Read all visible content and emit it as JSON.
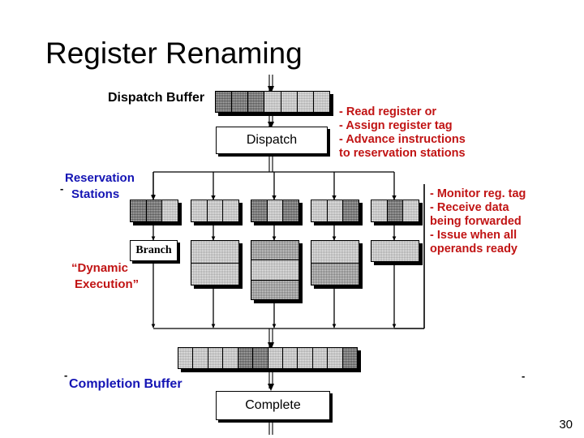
{
  "slide": {
    "title": "Register Renaming",
    "page_number": "30",
    "colors": {
      "title_text": "#000000",
      "annotation_red": "#c11414",
      "label_blue": "#1414b4",
      "box_outline": "#000000",
      "cell_fill": "#d9d9d9",
      "background": "#ffffff"
    }
  },
  "diagram": {
    "dispatch_buffer": {
      "label": "Dispatch Buffer",
      "cell_count": 7,
      "cell_shades": [
        "dk",
        "dk",
        "dk",
        "lt",
        "lt",
        "lt",
        "lt"
      ]
    },
    "dispatch_stage": {
      "label": "Dispatch"
    },
    "reservation_stations": {
      "label_line1": "Reservation",
      "label_line2": "Stations",
      "station_count": 5,
      "cells_per_station": 3,
      "station_shades": [
        [
          "dk",
          "dk",
          "lt"
        ],
        [
          "lt",
          "lt",
          "lt"
        ],
        [
          "dk",
          "lt",
          "dk"
        ],
        [
          "lt",
          "lt",
          "dk"
        ],
        [
          "lt",
          "dk",
          "lt"
        ]
      ]
    },
    "execution": {
      "label_line1": "“Dynamic",
      "label_line2": "Execution”",
      "units": [
        {
          "name": "branch-unit",
          "label": "Branch",
          "cells": 1,
          "type": "labeled"
        },
        {
          "name": "integer-unit",
          "label": "",
          "cells": 2,
          "type": "stack"
        },
        {
          "name": "load-store-unit",
          "label": "",
          "cells": 3,
          "type": "stack"
        },
        {
          "name": "float-unit",
          "label": "",
          "cells": 2,
          "type": "stack"
        },
        {
          "name": "other-unit",
          "label": "",
          "cells": 1,
          "type": "stack"
        }
      ]
    },
    "completion_buffer": {
      "label": "Completion Buffer",
      "cell_count": 12,
      "cell_shades": [
        "lt",
        "lt",
        "lt",
        "lt",
        "dk",
        "dk",
        "lt",
        "lt",
        "lt",
        "lt",
        "lt",
        "dk"
      ]
    },
    "complete_stage": {
      "label": "Complete"
    }
  },
  "annotations": {
    "dispatch_notes": [
      "- Read register or",
      "- Assign register tag",
      "- Advance instructions",
      "   to reservation stations"
    ],
    "issue_notes": [
      "- Monitor reg. tag",
      "- Receive data",
      "   being forwarded",
      "- Issue when all",
      "   operands ready"
    ]
  }
}
